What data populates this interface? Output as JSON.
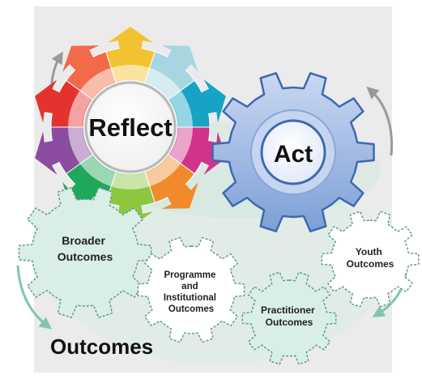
{
  "diagram": {
    "reflect_label": "Reflect",
    "act_label": "Act",
    "outcomes_label": "Outcomes",
    "broader_outcomes": [
      "Broader",
      "Outcomes"
    ],
    "programme_outcomes": [
      "Programme",
      "and",
      "Institutional",
      "Outcomes"
    ],
    "practitioner_outcomes": [
      "Practitioner",
      "Outcomes"
    ],
    "youth_outcomes": [
      "Youth",
      "Outcomes"
    ]
  },
  "colors": {
    "panel": "#ebebeb",
    "outcomes_fill": "#d9eee6",
    "outcomes_stroke": "#5f9d89",
    "act_gear": "#9fb8e2",
    "act_stroke": "#3f68b0",
    "reflect_segments": [
      "#f2c230",
      "#a7d6e2",
      "#16a3c4",
      "#d2338a",
      "#f08a2a",
      "#8dc63f",
      "#1fa85b",
      "#8c4ca0",
      "#e4332f",
      "#f26a4a"
    ]
  }
}
